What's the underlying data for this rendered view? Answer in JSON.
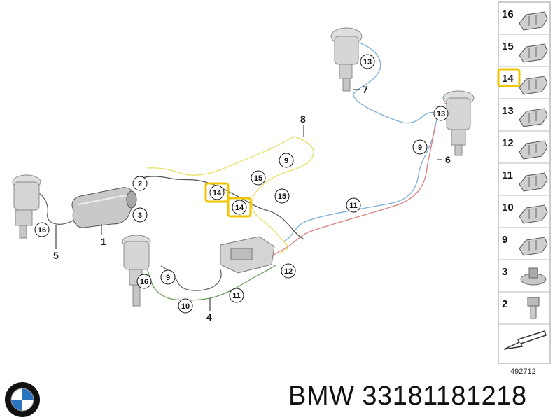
{
  "diagram": {
    "callouts": {
      "c1": "1",
      "c2": "2",
      "c3": "3",
      "c4": "4",
      "c5": "5",
      "c6": "6",
      "c7": "7",
      "c8": "8",
      "c9a": "9",
      "c9b": "9",
      "c9c": "9",
      "c10": "10",
      "c11a": "11",
      "c11b": "11",
      "c12": "12",
      "c13a": "13",
      "c13b": "13",
      "c14a": "14",
      "c14b": "14",
      "c15a": "15",
      "c15b": "15",
      "c16a": "16",
      "c16b": "16"
    },
    "highlight_color": "#f0c400",
    "line_colors": {
      "yellow": "#e8e060",
      "blue": "#7fb0d8",
      "red": "#d88080",
      "green": "#6aa05a"
    }
  },
  "parts_panel": {
    "items": [
      {
        "number": "16",
        "highlighted": false
      },
      {
        "number": "15",
        "highlighted": false
      },
      {
        "number": "14",
        "highlighted": true
      },
      {
        "number": "13",
        "highlighted": false
      },
      {
        "number": "12",
        "highlighted": false
      },
      {
        "number": "11",
        "highlighted": false
      },
      {
        "number": "10",
        "highlighted": false
      },
      {
        "number": "9",
        "highlighted": false
      },
      {
        "number": "3",
        "highlighted": false
      },
      {
        "number": "2",
        "highlighted": false
      }
    ],
    "sheet_number": "492712"
  },
  "footer": {
    "logo_icon": "bmw-logo-icon",
    "brand_text": "BMW 33181181218"
  }
}
